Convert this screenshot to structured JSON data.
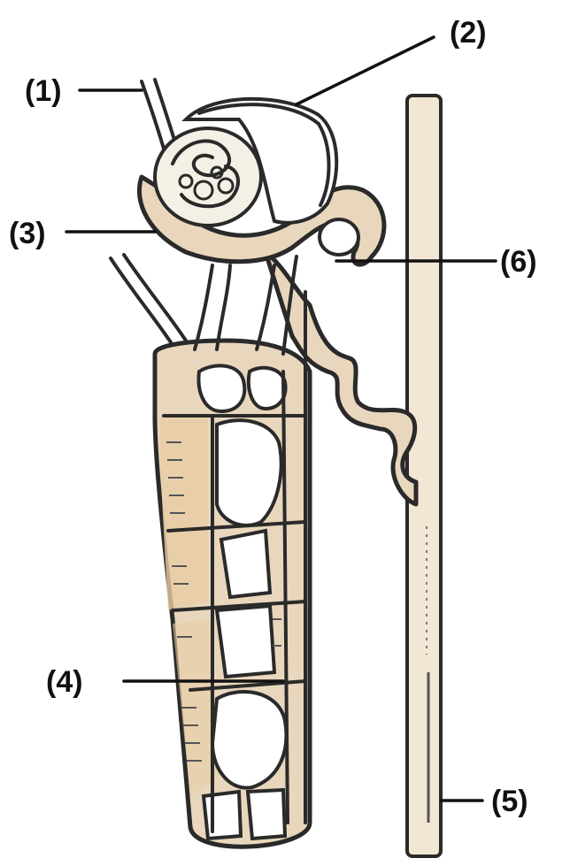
{
  "labels": {
    "l1": "(1)",
    "l2": "(2)",
    "l3": "(3)",
    "l4": "(4)",
    "l5": "(5)",
    "l6": "(6)"
  },
  "colors": {
    "tubule": "#e9d7bd",
    "tubule_dark": "#e8cda4",
    "outline": "#2a2a2a"
  }
}
